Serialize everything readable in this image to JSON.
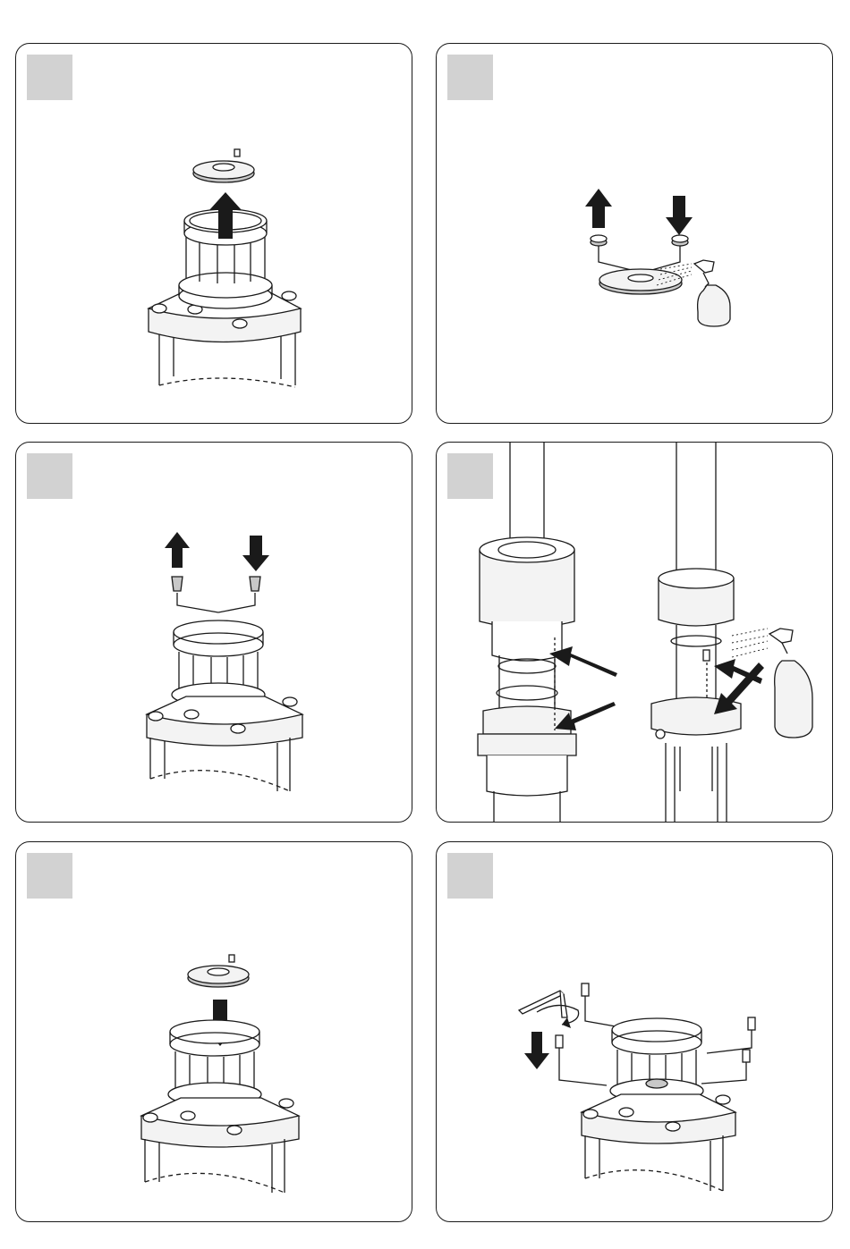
{
  "colors": {
    "page_background": "#ffffff",
    "panel_border": "#1a1a1a",
    "step_badge": "#d2d2d2",
    "line_art": "#1a1a1a",
    "part_fill": "#f3f3f3",
    "part_shadow": "#c8c8c8"
  },
  "panels": [
    {
      "id": "step-1",
      "action": "remove-top-cap",
      "arrows": [
        "up"
      ]
    },
    {
      "id": "step-2",
      "action": "replace-cap-seals-spray",
      "arrows": [
        "up",
        "down"
      ],
      "tool": "spray-bottle"
    },
    {
      "id": "step-3",
      "action": "replace-valve-inserts",
      "arrows": [
        "up",
        "down"
      ]
    },
    {
      "id": "step-4",
      "action": "inspect-and-spray-stem",
      "arrows": [
        "left",
        "left",
        "left",
        "left"
      ],
      "tool": "spray-bottle"
    },
    {
      "id": "step-5",
      "action": "refit-top-cap",
      "arrows": [
        "down"
      ]
    },
    {
      "id": "step-6",
      "action": "fit-screws-with-hex-key",
      "arrows": [
        "down",
        "rotate"
      ],
      "tool": "hex-key"
    }
  ]
}
